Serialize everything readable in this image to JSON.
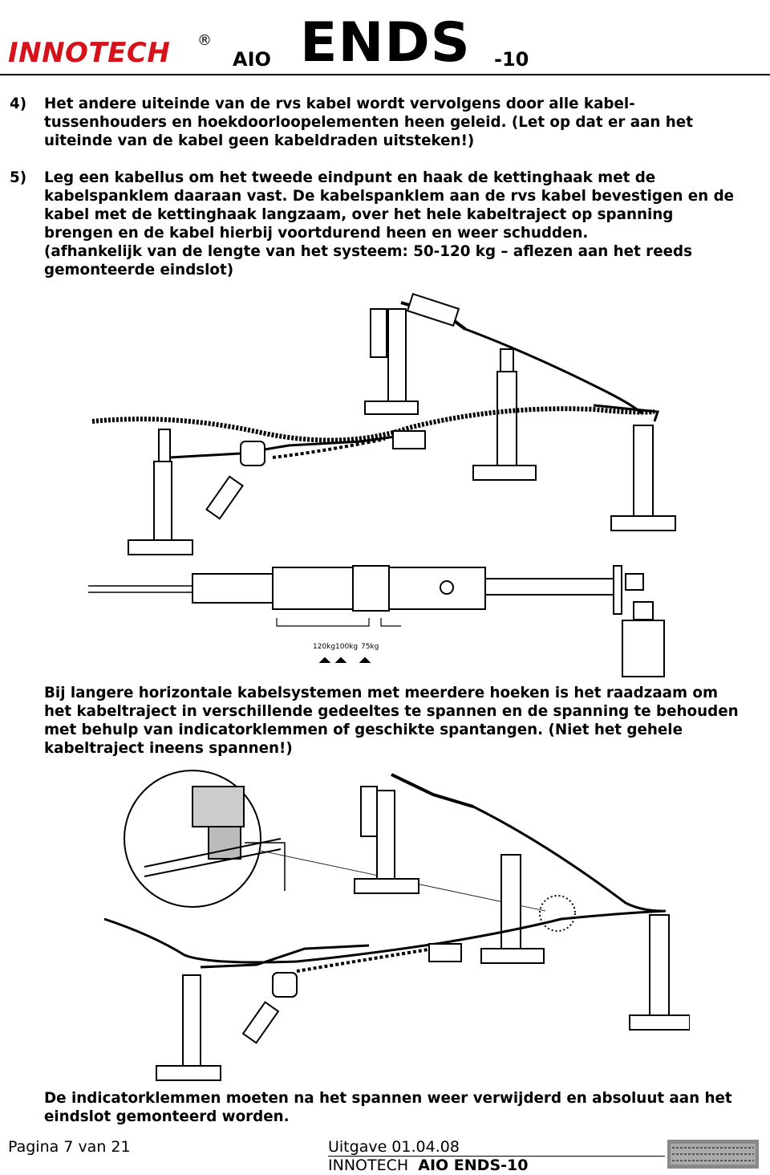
{
  "header": {
    "brand_inno": "INNO",
    "brand_t": "T",
    "brand_ech": "ECH",
    "registered": "®",
    "aio": "AIO",
    "ends": "ENDS",
    "number": "-10"
  },
  "steps": [
    {
      "number": "4)",
      "lines": [
        "Het andere uiteinde van de rvs kabel wordt vervolgens door alle kabel-",
        "tussenhouders en hoekdoorloopelementen heen geleid. (Let op dat er aan het",
        "uiteinde van de kabel geen kabeldraden uitsteken!)"
      ]
    },
    {
      "number": "5)",
      "lines": [
        "Leg een kabellus om het tweede eindpunt en haak de kettinghaak met de",
        "kabelspanklem daaraan vast. De kabelspanklem aan de rvs kabel bevestigen en de",
        "kabel met de kettinghaak langzaam, over het hele kabeltraject op spanning",
        "brengen en de kabel hierbij voortdurend heen en weer schudden.",
        "(afhankelijk van de lengte van het systeem: 50-120 kg – aflezen aan het reeds",
        "gemonteerde eindslot)"
      ]
    }
  ],
  "figure1": {
    "indicator_labels": [
      "120kg",
      "100kg",
      "75kg"
    ]
  },
  "paragraph2": [
    "Bij langere horizontale kabelsystemen met meerdere hoeken is het raadzaam om",
    "het kabeltraject in verschillende gedeeltes te spannen en de spanning te behouden",
    "met behulp van indicatorklemmen of geschikte spantangen. (Niet het gehele",
    "kabeltraject ineens spannen!)"
  ],
  "paragraph3": [
    "De indicatorklemmen moeten na het spannen weer verwijderd en absoluut aan het",
    "eindslot gemonteerd worden."
  ],
  "footer": {
    "page": "Pagina 7 van 21",
    "edition": "Uitgave 01.04.08",
    "brand": "INNOTECH",
    "product": "AIO ENDS-10"
  }
}
